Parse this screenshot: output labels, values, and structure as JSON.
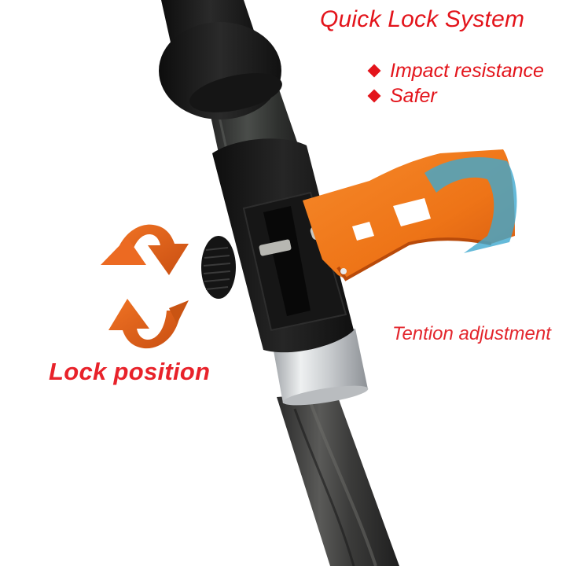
{
  "header": {
    "title": "Quick Lock System",
    "features": [
      {
        "icon": "diamond-bullet-icon",
        "label": "Impact resistance"
      },
      {
        "icon": "diamond-bullet-icon",
        "label": "Safer"
      }
    ]
  },
  "annotations": {
    "lock_position": "Lock position",
    "tension_adjustment": "Tention adjustment"
  },
  "icons": {
    "rotate_arrows": "rotate-arrows-icon",
    "direction_arrow": "curved-arrow-icon"
  },
  "colors": {
    "text_red": "#e3141b",
    "arrow_orange": "#e8601c",
    "lever_orange": "#f07a1a",
    "guide_blue": "#3fa9cf",
    "pole_black": "#1c1c1c",
    "ring_silver": "#d6d8da"
  }
}
